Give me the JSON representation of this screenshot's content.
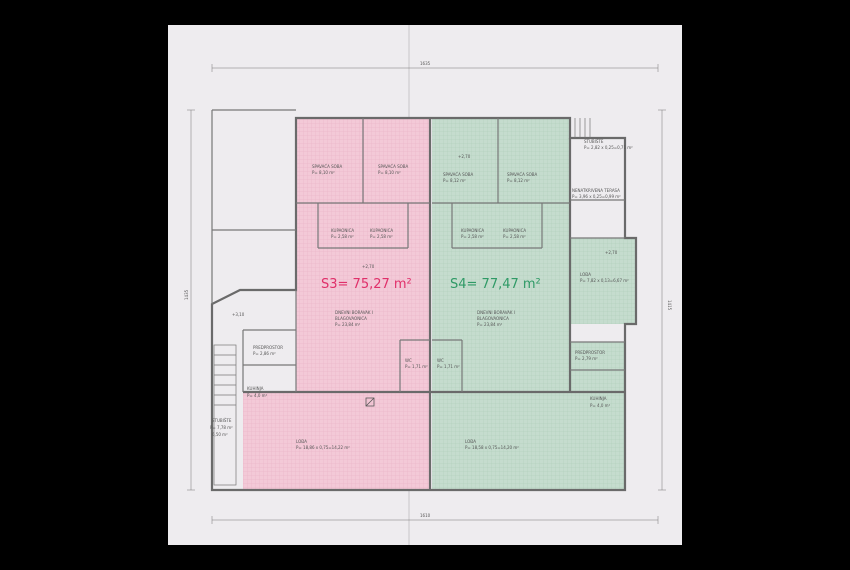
{
  "colors": {
    "background": "#000000",
    "paper": "#eeecef",
    "pink_zone": "#f3c9d7",
    "green_zone": "#c5dcce",
    "wall": "#6a6a6a",
    "s3_text": "#e0306a",
    "s4_text": "#2f9a66"
  },
  "dimensions": {
    "top": "1635",
    "bottom": "1610",
    "left": "1435",
    "right": "1415"
  },
  "units": {
    "s3": {
      "area_label": "S3= 75,27 m²",
      "level": "+2,70",
      "rooms": {
        "bed1": {
          "name": "SPAVAĆA SOBA",
          "area": "P= 8,10 m²"
        },
        "bed2": {
          "name": "SPAVAĆA SOBA",
          "area": "P= 8,10 m²"
        },
        "bath1": {
          "name": "KUPAONICA",
          "area": "P= 2,58 m²"
        },
        "bath2": {
          "name": "KUPAONICA",
          "area": "P= 2,58 m²"
        },
        "living1": "DNEVNI BORAVAK I",
        "living2": "BLAGOVAONICA",
        "living_area": "P= 23,84 m²",
        "wc": "WC",
        "wc_area": "P= 1,71 m²",
        "hall": {
          "name": "PREDPROSTOR",
          "area": "P= 2,86 m²"
        },
        "kitchen": {
          "name": "KUHINJA",
          "area": "P= 4,0 m²"
        },
        "stair_level": "+3,10",
        "stair_note1": "STUBIŠTE",
        "stair_note2": "P= 7,78 m²",
        "stair_note3": "6,50 m²",
        "loggia": {
          "name": "LOĐA",
          "area": "P= 18,86 x 0,75=14,22 m²"
        }
      }
    },
    "s4": {
      "area_label": "S4= 77,47 m²",
      "level": "+2,70",
      "terrace_level": "+2,70",
      "rooms": {
        "bed1": {
          "name": "SPAVAĆA SOBA",
          "area": "P= 8,12 m²"
        },
        "bed2": {
          "name": "SPAVAĆA SOBA",
          "area": "P= 8,12 m²"
        },
        "bath1": {
          "name": "KUPAONICA",
          "area": "P= 2,58 m²"
        },
        "bath2": {
          "name": "KUPAONICA",
          "area": "P= 2,58 m²"
        },
        "living1": "DNEVNI BORAVAK I",
        "living2": "BLAGOVAONICA",
        "living_area": "P= 23,84 m²",
        "wc": "WC",
        "wc_area": "P= 1,71 m²",
        "hall": {
          "name": "PREDPROSTOR",
          "area": "P= 2,79 m²"
        },
        "kitchen": {
          "name": "KUHINJA",
          "area": "P= 4,0 m²"
        },
        "stairs": {
          "name": "STUBIŠTE",
          "area": "P= 2,82 x 0,25=0,71 m²"
        },
        "terrace": {
          "name": "NENATKRIVENA TERASA",
          "area": "P= 3,96 x 0,25=0,99 m²"
        },
        "loggia_side": {
          "name": "LOĐA",
          "area": "P= 7,82 x 0,13=6,67 m²"
        },
        "loggia": {
          "name": "LOĐA",
          "area": "P= 18,58 x 0,75=14,20 m²"
        }
      }
    }
  }
}
